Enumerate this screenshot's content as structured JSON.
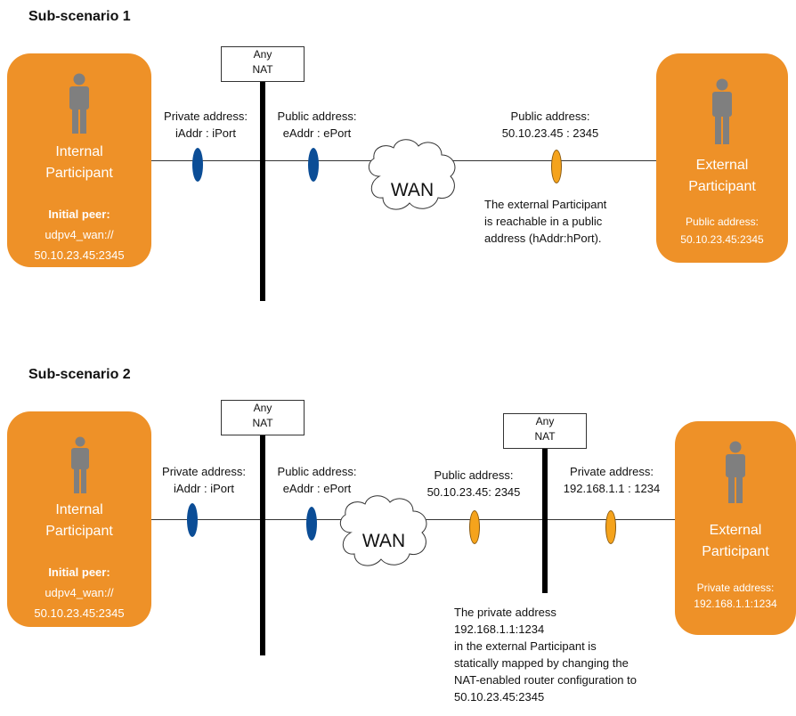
{
  "scenario1": {
    "title": "Sub-scenario 1",
    "internal": {
      "name_line1": "Internal",
      "name_line2": "Participant",
      "peer_title": "Initial peer:",
      "peer_line1": "udpv4_wan://",
      "peer_line2": "50.10.23.45:2345"
    },
    "nat": {
      "line1": "Any",
      "line2": "NAT"
    },
    "private_label": {
      "line1": "Private address:",
      "line2": "iAddr : iPort"
    },
    "public_label": {
      "line1": "Public address:",
      "line2": "eAddr : ePort"
    },
    "wan": "WAN",
    "external_public_label": {
      "line1": "Public address:",
      "line2": "50.10.23.45 : 2345"
    },
    "note": {
      "line1": "The external Participant",
      "line2": "is reachable in a public",
      "line3": "address (hAddr:hPort)."
    },
    "external": {
      "name_line1": "External",
      "name_line2": "Participant",
      "addr_line1": "Public address:",
      "addr_line2": "50.10.23.45:2345"
    }
  },
  "scenario2": {
    "title": "Sub-scenario 2",
    "internal": {
      "name_line1": "Internal",
      "name_line2": "Participant",
      "peer_title": "Initial peer:",
      "peer_line1": "udpv4_wan://",
      "peer_line2": "50.10.23.45:2345"
    },
    "nat_left": {
      "line1": "Any",
      "line2": "NAT"
    },
    "nat_right": {
      "line1": "Any",
      "line2": "NAT"
    },
    "private_label": {
      "line1": "Private address:",
      "line2": "iAddr : iPort"
    },
    "public_label": {
      "line1": "Public address:",
      "line2": "eAddr : ePort"
    },
    "wan": "WAN",
    "public_label_right": {
      "line1": "Public address:",
      "line2": "50.10.23.45: 2345"
    },
    "private_label_right": {
      "line1": "Private address:",
      "line2": "192.168.1.1 : 1234"
    },
    "note": {
      "line1": "The private address",
      "line2": "192.168.1.1:1234",
      "line3": "in the external Participant is",
      "line4": "statically mapped by changing the",
      "line5": "NAT-enabled router configuration to",
      "line6": "50.10.23.45:2345"
    },
    "external": {
      "name_line1": "External",
      "name_line2": "Participant",
      "addr_line1": "Private address:",
      "addr_line2": "192.168.1.1:1234"
    }
  },
  "colors": {
    "participant_box": "#ee9128",
    "person_icon": "#7f7f7f",
    "internal_port": "#0b4d96",
    "external_port": "#f5a31c"
  },
  "icons": [
    "person-icon",
    "cloud-icon"
  ]
}
